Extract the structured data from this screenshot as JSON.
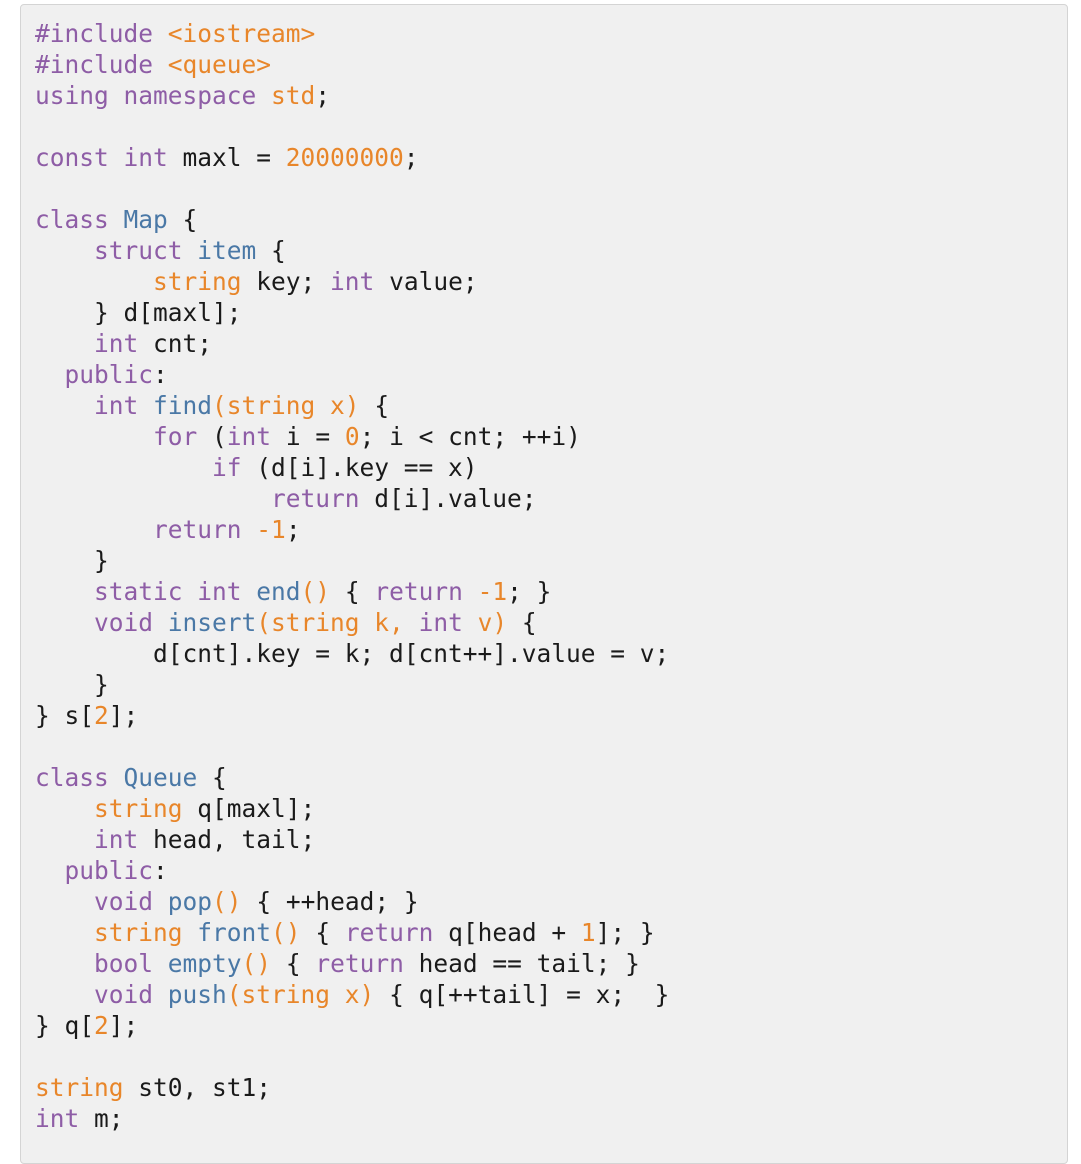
{
  "colors": {
    "background": "#f0f0f0",
    "keyword": "#8e5da6",
    "string_type_and_literal": "#e8862a",
    "function_name": "#4a78a6",
    "plain": "#1a1a1a"
  },
  "language": "C++",
  "lines": [
    [
      {
        "t": "#include ",
        "c": "keyword"
      },
      {
        "t": "<iostream>",
        "c": "orange"
      }
    ],
    [
      {
        "t": "#include ",
        "c": "keyword"
      },
      {
        "t": "<queue>",
        "c": "orange"
      }
    ],
    [
      {
        "t": "using namespace ",
        "c": "keyword"
      },
      {
        "t": "std",
        "c": "orange"
      },
      {
        "t": ";",
        "c": "plain"
      }
    ],
    [],
    [
      {
        "t": "const int ",
        "c": "keyword"
      },
      {
        "t": "maxl = ",
        "c": "plain"
      },
      {
        "t": "20000000",
        "c": "number"
      },
      {
        "t": ";",
        "c": "plain"
      }
    ],
    [],
    [
      {
        "t": "class ",
        "c": "keyword"
      },
      {
        "t": "Map",
        "c": "func"
      },
      {
        "t": " {",
        "c": "plain"
      }
    ],
    [
      {
        "t": "    struct ",
        "c": "keyword"
      },
      {
        "t": "item",
        "c": "func"
      },
      {
        "t": " {",
        "c": "plain"
      }
    ],
    [
      {
        "t": "        ",
        "c": "plain"
      },
      {
        "t": "string",
        "c": "orange"
      },
      {
        "t": " key; ",
        "c": "plain"
      },
      {
        "t": "int",
        "c": "keyword"
      },
      {
        "t": " value;",
        "c": "plain"
      }
    ],
    [
      {
        "t": "    } d[maxl];",
        "c": "plain"
      }
    ],
    [
      {
        "t": "    ",
        "c": "plain"
      },
      {
        "t": "int",
        "c": "keyword"
      },
      {
        "t": " cnt;",
        "c": "plain"
      }
    ],
    [
      {
        "t": "  ",
        "c": "plain"
      },
      {
        "t": "public",
        "c": "keyword"
      },
      {
        "t": ":",
        "c": "plain"
      }
    ],
    [
      {
        "t": "    ",
        "c": "plain"
      },
      {
        "t": "int ",
        "c": "keyword"
      },
      {
        "t": "find",
        "c": "func"
      },
      {
        "t": "(string x)",
        "c": "orange"
      },
      {
        "t": " {",
        "c": "plain"
      }
    ],
    [
      {
        "t": "        ",
        "c": "plain"
      },
      {
        "t": "for",
        "c": "keyword"
      },
      {
        "t": " (",
        "c": "plain"
      },
      {
        "t": "int",
        "c": "keyword"
      },
      {
        "t": " i = ",
        "c": "plain"
      },
      {
        "t": "0",
        "c": "number"
      },
      {
        "t": "; i < cnt; ++i)",
        "c": "plain"
      }
    ],
    [
      {
        "t": "            ",
        "c": "plain"
      },
      {
        "t": "if",
        "c": "keyword"
      },
      {
        "t": " (d[i].key == x)",
        "c": "plain"
      }
    ],
    [
      {
        "t": "                ",
        "c": "plain"
      },
      {
        "t": "return",
        "c": "keyword"
      },
      {
        "t": " d[i].value;",
        "c": "plain"
      }
    ],
    [
      {
        "t": "        ",
        "c": "plain"
      },
      {
        "t": "return",
        "c": "keyword"
      },
      {
        "t": " ",
        "c": "plain"
      },
      {
        "t": "-1",
        "c": "number"
      },
      {
        "t": ";",
        "c": "plain"
      }
    ],
    [
      {
        "t": "    }",
        "c": "plain"
      }
    ],
    [
      {
        "t": "    ",
        "c": "plain"
      },
      {
        "t": "static int ",
        "c": "keyword"
      },
      {
        "t": "end",
        "c": "func"
      },
      {
        "t": "()",
        "c": "orange"
      },
      {
        "t": " { ",
        "c": "plain"
      },
      {
        "t": "return",
        "c": "keyword"
      },
      {
        "t": " ",
        "c": "plain"
      },
      {
        "t": "-1",
        "c": "number"
      },
      {
        "t": "; }",
        "c": "plain"
      }
    ],
    [
      {
        "t": "    ",
        "c": "plain"
      },
      {
        "t": "void ",
        "c": "keyword"
      },
      {
        "t": "insert",
        "c": "func"
      },
      {
        "t": "(string k, ",
        "c": "orange"
      },
      {
        "t": "int",
        "c": "keyword"
      },
      {
        "t": " v)",
        "c": "orange"
      },
      {
        "t": " {",
        "c": "plain"
      }
    ],
    [
      {
        "t": "        d[cnt].key = k; d[cnt++].value = v;",
        "c": "plain"
      }
    ],
    [
      {
        "t": "    }",
        "c": "plain"
      }
    ],
    [
      {
        "t": "} s[",
        "c": "plain"
      },
      {
        "t": "2",
        "c": "number"
      },
      {
        "t": "];",
        "c": "plain"
      }
    ],
    [],
    [
      {
        "t": "class ",
        "c": "keyword"
      },
      {
        "t": "Queue",
        "c": "func"
      },
      {
        "t": " {",
        "c": "plain"
      }
    ],
    [
      {
        "t": "    ",
        "c": "plain"
      },
      {
        "t": "string",
        "c": "orange"
      },
      {
        "t": " q[maxl];",
        "c": "plain"
      }
    ],
    [
      {
        "t": "    ",
        "c": "plain"
      },
      {
        "t": "int",
        "c": "keyword"
      },
      {
        "t": " head, tail;",
        "c": "plain"
      }
    ],
    [
      {
        "t": "  ",
        "c": "plain"
      },
      {
        "t": "public",
        "c": "keyword"
      },
      {
        "t": ":",
        "c": "plain"
      }
    ],
    [
      {
        "t": "    ",
        "c": "plain"
      },
      {
        "t": "void ",
        "c": "keyword"
      },
      {
        "t": "pop",
        "c": "func"
      },
      {
        "t": "()",
        "c": "orange"
      },
      {
        "t": " { ++head; }",
        "c": "plain"
      }
    ],
    [
      {
        "t": "    ",
        "c": "plain"
      },
      {
        "t": "string ",
        "c": "orange"
      },
      {
        "t": "front",
        "c": "func"
      },
      {
        "t": "()",
        "c": "orange"
      },
      {
        "t": " { ",
        "c": "plain"
      },
      {
        "t": "return",
        "c": "keyword"
      },
      {
        "t": " q[head + ",
        "c": "plain"
      },
      {
        "t": "1",
        "c": "number"
      },
      {
        "t": "]; }",
        "c": "plain"
      }
    ],
    [
      {
        "t": "    ",
        "c": "plain"
      },
      {
        "t": "bool ",
        "c": "keyword"
      },
      {
        "t": "empty",
        "c": "func"
      },
      {
        "t": "()",
        "c": "orange"
      },
      {
        "t": " { ",
        "c": "plain"
      },
      {
        "t": "return",
        "c": "keyword"
      },
      {
        "t": " head == tail; }",
        "c": "plain"
      }
    ],
    [
      {
        "t": "    ",
        "c": "plain"
      },
      {
        "t": "void ",
        "c": "keyword"
      },
      {
        "t": "push",
        "c": "func"
      },
      {
        "t": "(string x)",
        "c": "orange"
      },
      {
        "t": " { q[++tail] = x;  }",
        "c": "plain"
      }
    ],
    [
      {
        "t": "} q[",
        "c": "plain"
      },
      {
        "t": "2",
        "c": "number"
      },
      {
        "t": "];",
        "c": "plain"
      }
    ],
    [],
    [
      {
        "t": "string",
        "c": "orange"
      },
      {
        "t": " st0, st1;",
        "c": "plain"
      }
    ],
    [
      {
        "t": "int",
        "c": "keyword"
      },
      {
        "t": " m;",
        "c": "plain"
      }
    ]
  ]
}
